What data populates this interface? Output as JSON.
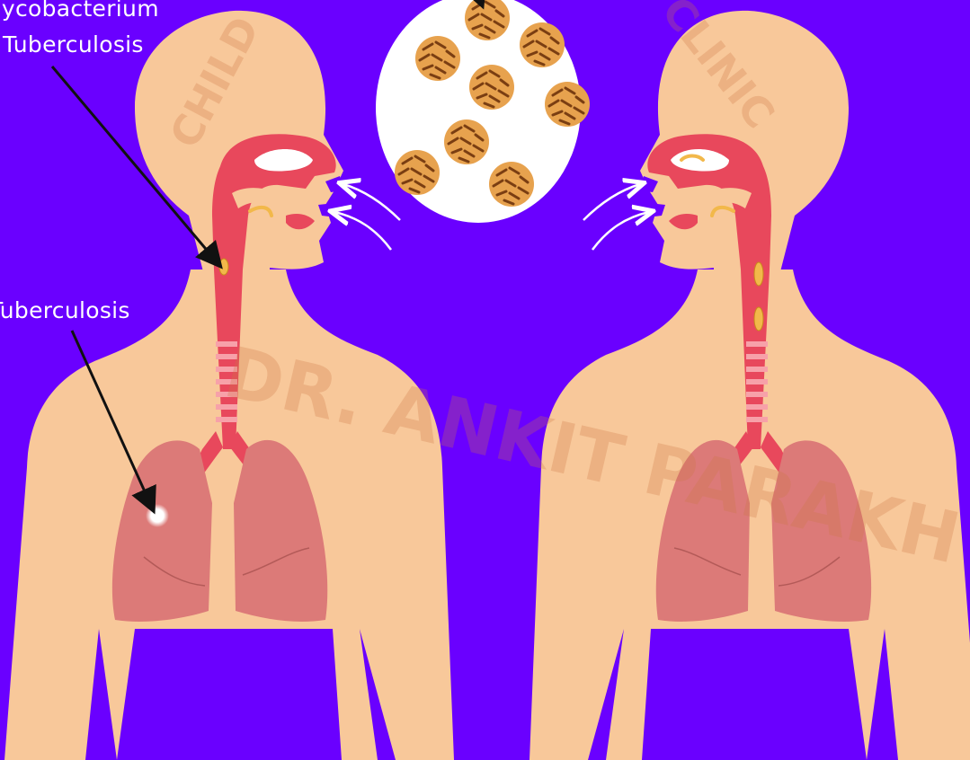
{
  "labels": {
    "mycobacterium_line1": "Mycobacterium",
    "mycobacterium_line2": "Tuberculosis",
    "tuberculosis": "Tuberculosis"
  },
  "watermark": {
    "top_left": "CHILD",
    "top_right": "CLINIC",
    "center": "DR. ANKIT PARAKH"
  },
  "colors": {
    "background": "#6a00ff",
    "skin": "#f8c89a",
    "airway": "#e8485c",
    "lung": "#dc7a78",
    "bacteria": "#d98a3a",
    "droplet": "#ffffff"
  }
}
